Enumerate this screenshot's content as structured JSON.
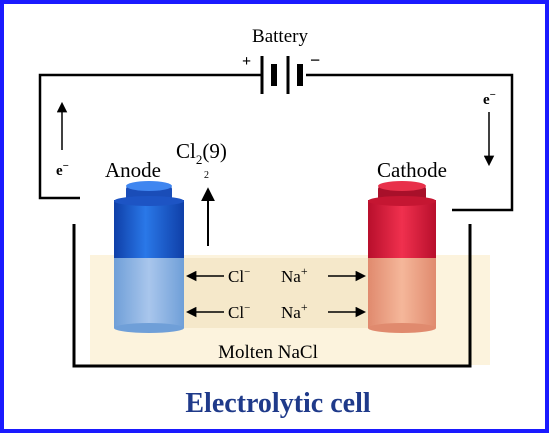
{
  "title": "Electrolytic cell",
  "battery": {
    "label": "Battery",
    "plus": "+",
    "minus": "−"
  },
  "electron_left": {
    "symbol": "e",
    "charge": "−"
  },
  "electron_right": {
    "symbol": "e",
    "charge": "−"
  },
  "anode": {
    "label": "Anode"
  },
  "cathode": {
    "label": "Cathode"
  },
  "gas": {
    "main": "Cl",
    "sub": "2",
    "state": "(9)",
    "small": "2"
  },
  "ions": [
    {
      "anion": "Cl",
      "anion_charge": "−",
      "cation": "Na",
      "cation_charge": "+"
    },
    {
      "anion": "Cl",
      "anion_charge": "−",
      "cation": "Na",
      "cation_charge": "+"
    }
  ],
  "electrolyte": {
    "label": "Molten NaCl"
  },
  "colors": {
    "border": "#1a1aff",
    "title": "#1f3a8a",
    "anode": "#1a5fd6",
    "cathode": "#d91a3a",
    "melt": "#e6c47a"
  }
}
